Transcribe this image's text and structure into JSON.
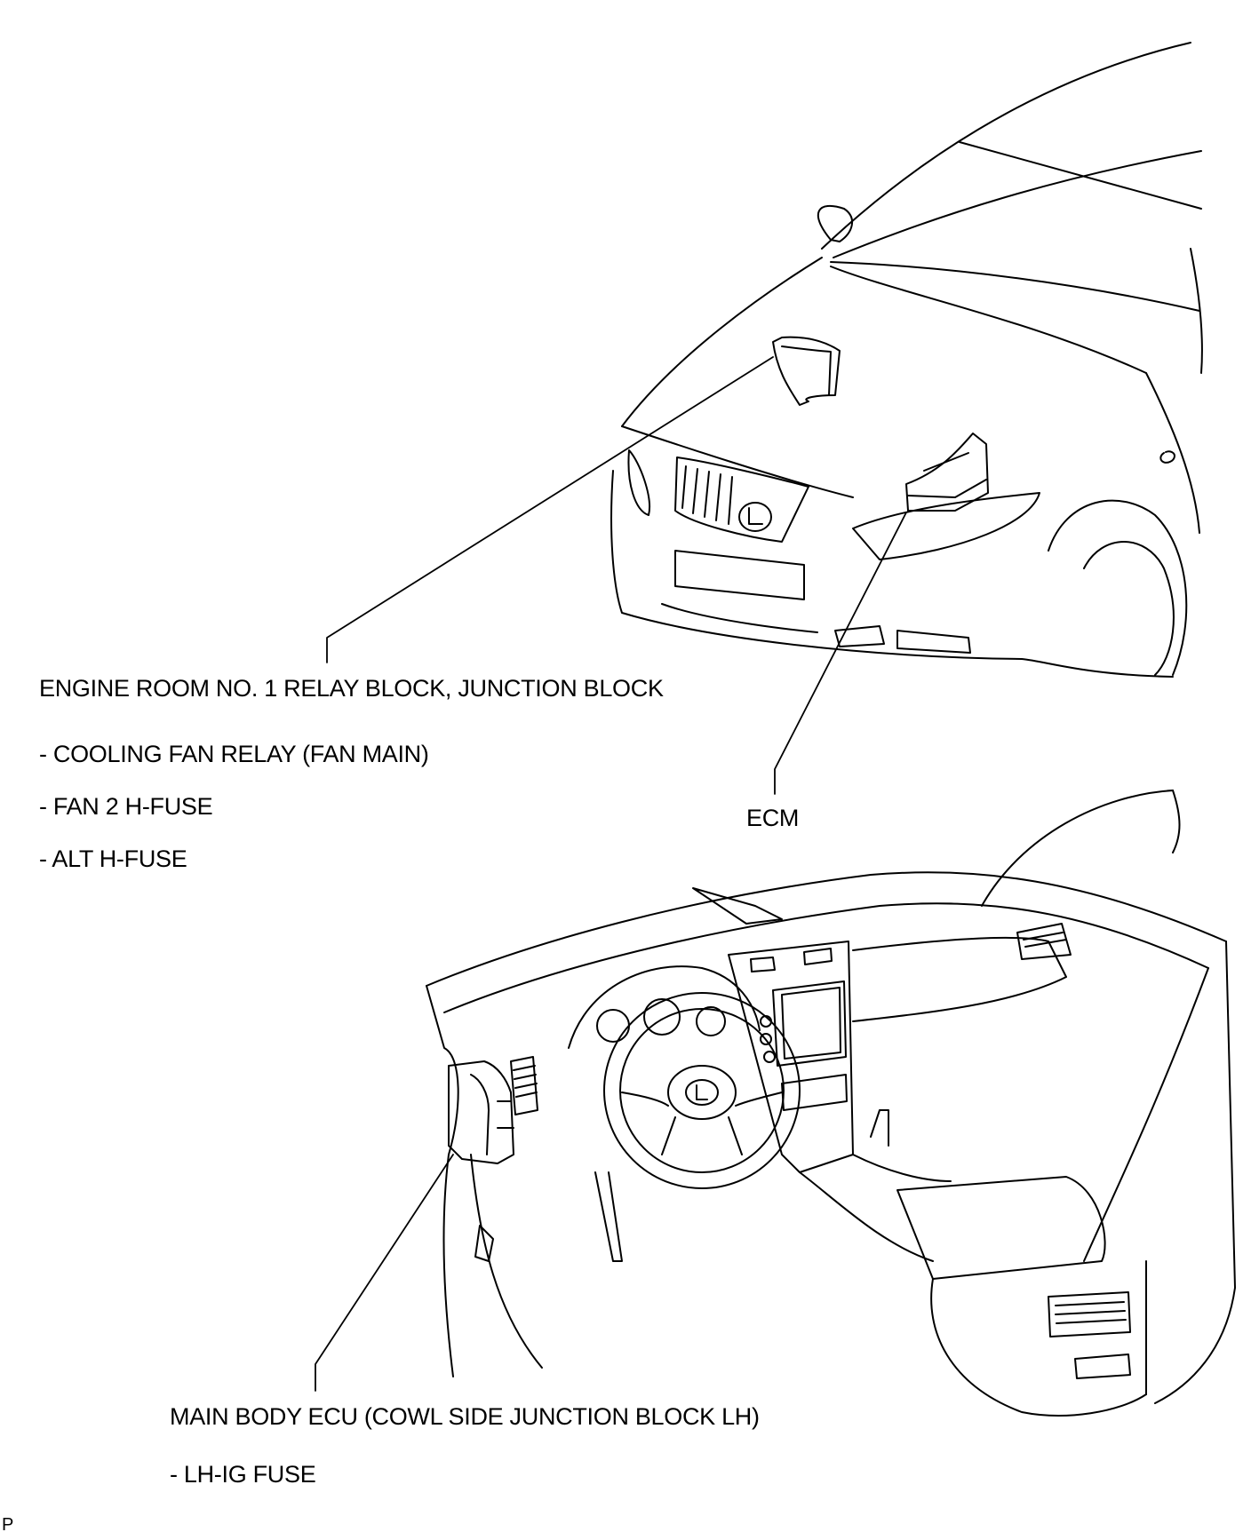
{
  "engine_room_block": {
    "title": "ENGINE ROOM NO. 1 RELAY BLOCK, JUNCTION BLOCK",
    "items": [
      "- COOLING FAN RELAY (FAN MAIN)",
      "- FAN 2 H-FUSE",
      "- ALT H-FUSE"
    ]
  },
  "ecm": {
    "label": "ECM"
  },
  "main_body_ecu": {
    "title": "MAIN BODY ECU (COWL SIDE JUNCTION BLOCK LH)",
    "items": [
      "- LH-IG FUSE"
    ]
  },
  "corner_code": "P"
}
